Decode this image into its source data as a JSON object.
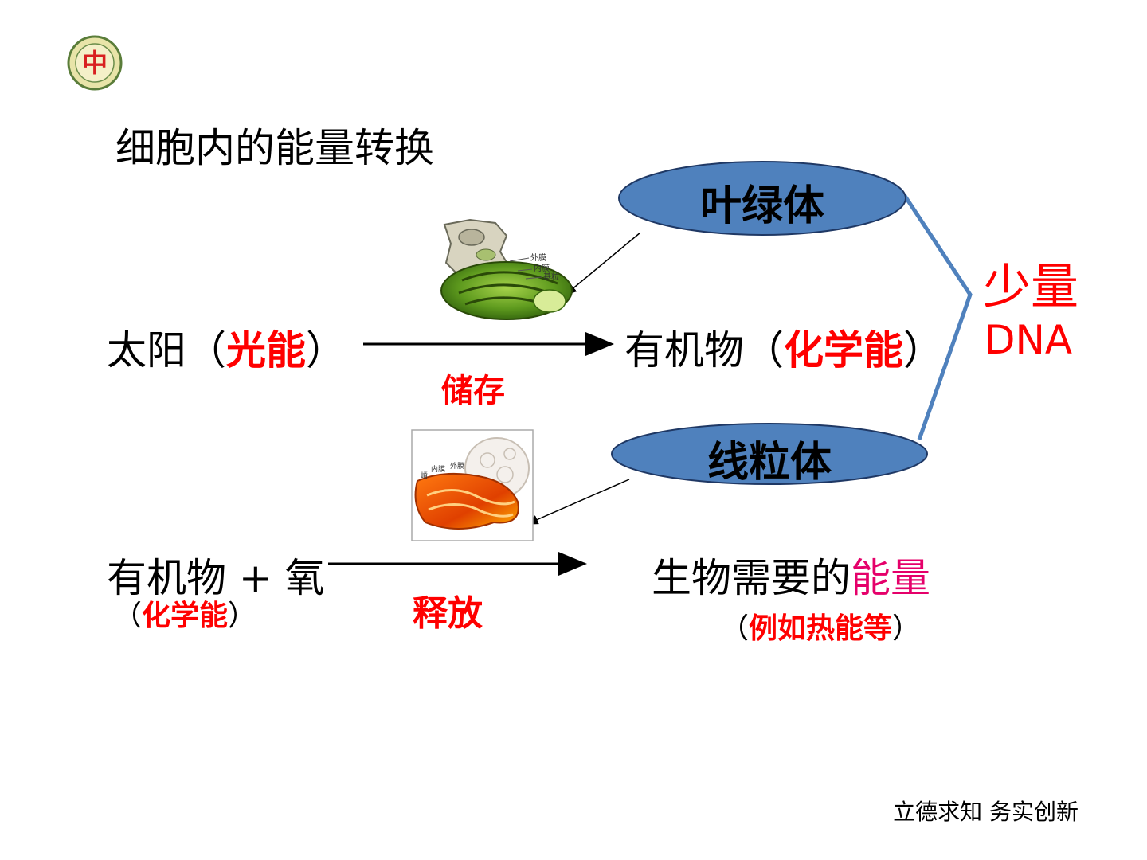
{
  "logo": {
    "icon": "school-logo-icon",
    "glyph": "中"
  },
  "title": "细胞内的能量转换",
  "organelles": {
    "chloroplast": {
      "label": "叶绿体"
    },
    "mitochondrion": {
      "label": "线粒体"
    }
  },
  "shared_features": {
    "line1": "少量",
    "line2": "DNA"
  },
  "row1": {
    "source": "太阳",
    "source_open": "（",
    "source_energy": "光能",
    "source_close": "）",
    "process": "储存",
    "product": "有机物",
    "product_open": "（",
    "product_energy": "化学能",
    "product_close": "）"
  },
  "row2": {
    "reactants": "有机物 + 氧",
    "reactants_note_open": "（",
    "reactants_note": "化学能",
    "reactants_note_close": "）",
    "process": "释放",
    "product_prefix": "生物需要的",
    "product_energy": "能量",
    "product_note_open": "（",
    "product_note": "例如热能等",
    "product_note_close": "）"
  },
  "chloroplast_diagram_labels": [
    "外膜",
    "内膜",
    "基粒"
  ],
  "mitochondrion_diagram_labels": [
    "内膜",
    "外膜",
    "嵴"
  ],
  "motto": "立德求知 务实创新",
  "colors": {
    "accent_red": "#ff0000",
    "accent_pink": "#e5006a",
    "oval_fill": "#4f81bd",
    "bracket_line": "#4f81bd"
  }
}
